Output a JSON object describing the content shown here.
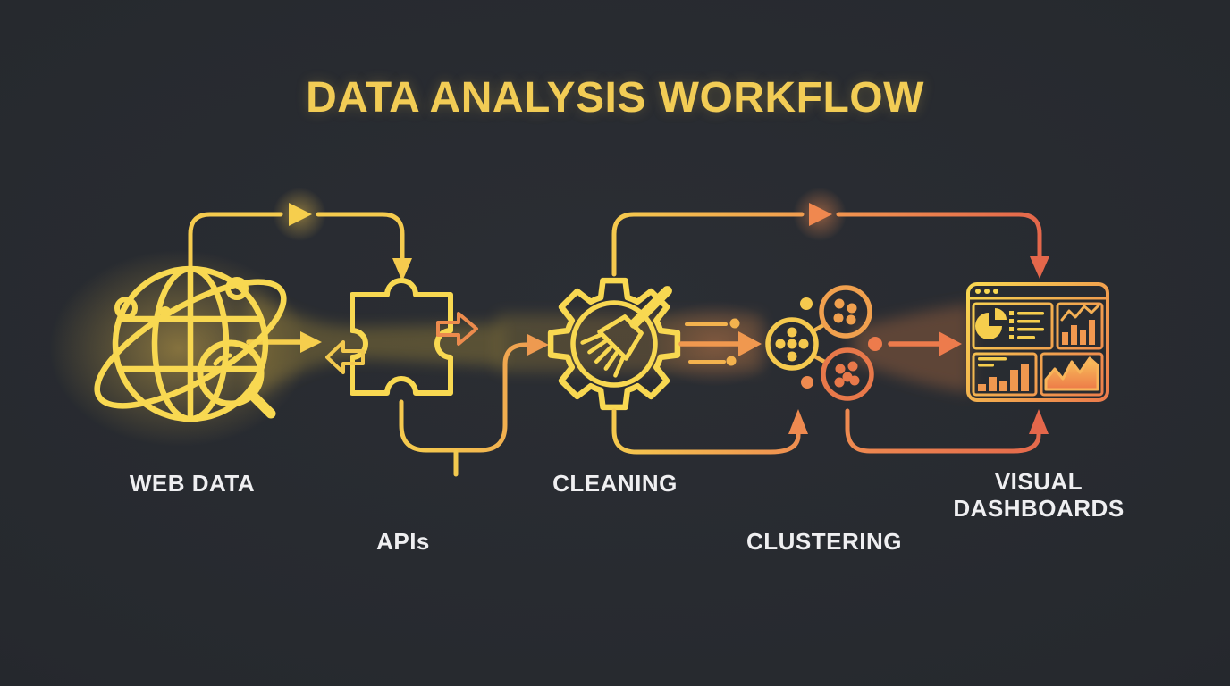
{
  "title": "DATA ANALYSIS WORKFLOW",
  "stages": [
    {
      "id": "web-data",
      "label": "WEB DATA",
      "icon": "globe-search-icon"
    },
    {
      "id": "apis",
      "label": "APIs",
      "icon": "puzzle-piece-icon"
    },
    {
      "id": "cleaning",
      "label": "CLEANING",
      "icon": "gear-broom-icon"
    },
    {
      "id": "clustering",
      "label": "CLUSTERING",
      "icon": "cluster-nodes-icon"
    },
    {
      "id": "visual-dashboards",
      "label": "VISUAL DASHBOARDS",
      "icon": "dashboard-icon"
    }
  ],
  "connectors": [
    {
      "from": "web-data",
      "to": "apis",
      "type": "top-elbow-arrow-with-play-triangle"
    },
    {
      "from": "web-data",
      "to": "apis",
      "type": "straight-beam-arrow"
    },
    {
      "from": "apis",
      "to": "cleaning",
      "type": "bottom-s-curve-arrow"
    },
    {
      "from": "cleaning",
      "to": "visual-dashboards",
      "type": "top-elbow-arrow-with-play-triangle"
    },
    {
      "from": "cleaning",
      "to": "clustering",
      "type": "straight-motion-arrow"
    },
    {
      "from": "cleaning",
      "to": "clustering",
      "type": "bottom-elbow-arrow"
    },
    {
      "from": "clustering",
      "to": "visual-dashboards",
      "type": "straight-beam-arrow"
    },
    {
      "from": "clustering",
      "to": "visual-dashboards",
      "type": "bottom-elbow-arrow"
    }
  ],
  "colors": {
    "background": "#26292E",
    "title": "#F2CC55",
    "label_text": "#EFEFF1",
    "gradient_start_yellow": "#F8D851",
    "gradient_mid_orange": "#F0924F",
    "gradient_end_red": "#E4674B",
    "beam_glow": "#D9A93E"
  }
}
